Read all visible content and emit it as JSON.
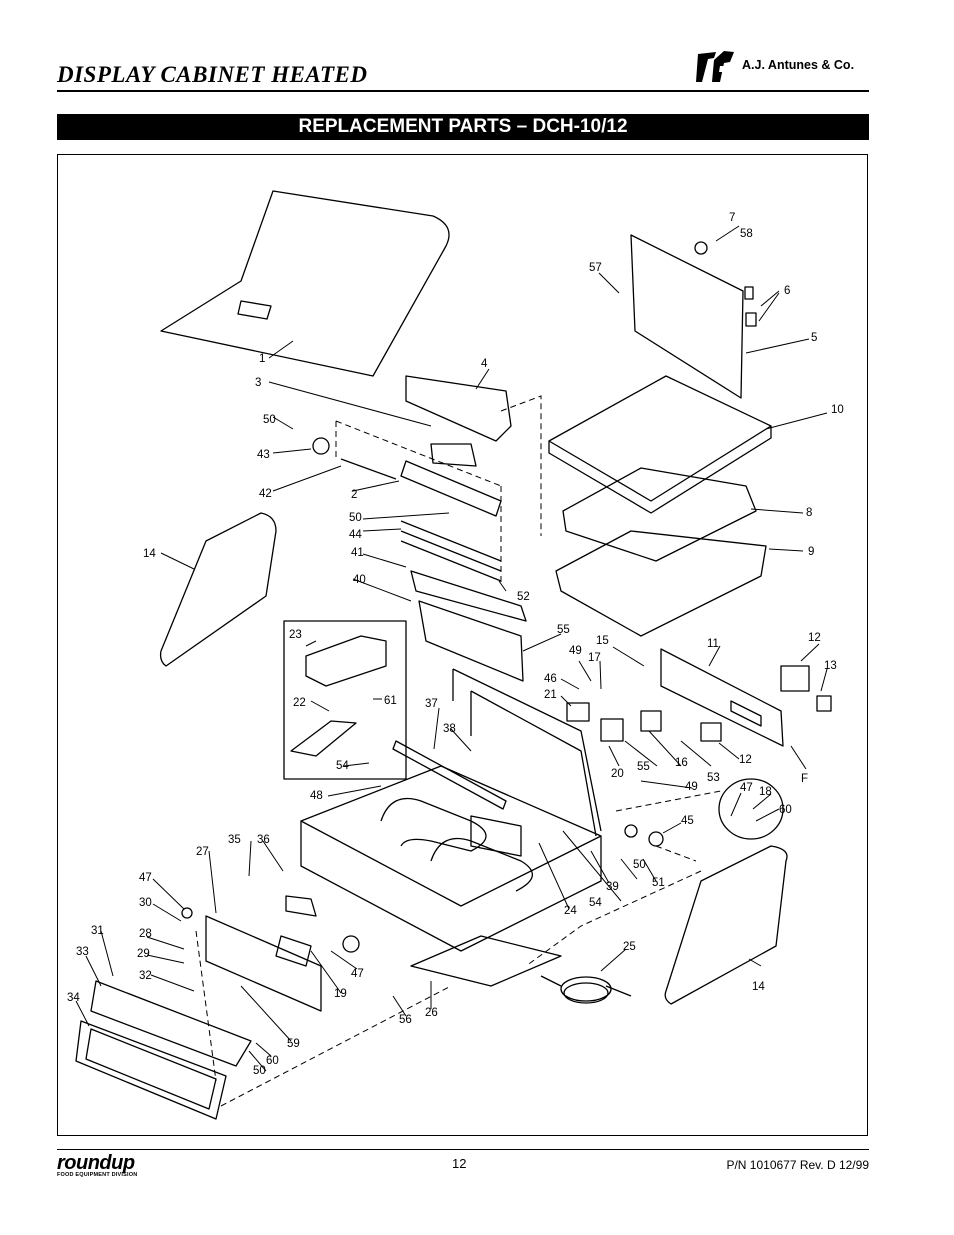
{
  "header": {
    "title": "DISPLAY CABINET HEATED",
    "company": "A.J. Antunes & Co."
  },
  "section": {
    "title": "REPLACEMENT PARTS – DCH-10/12"
  },
  "callouts": [
    "1",
    "2",
    "3",
    "4",
    "5",
    "6",
    "7",
    "8",
    "9",
    "10",
    "11",
    "12",
    "12",
    "13",
    "14",
    "14",
    "15",
    "16",
    "17",
    "18",
    "19",
    "20",
    "21",
    "22",
    "23",
    "24",
    "25",
    "26",
    "27",
    "28",
    "29",
    "30",
    "31",
    "32",
    "33",
    "34",
    "35",
    "36",
    "37",
    "38",
    "39",
    "40",
    "41",
    "42",
    "43",
    "44",
    "45",
    "46",
    "47",
    "47",
    "47",
    "48",
    "49",
    "49",
    "50",
    "50",
    "50",
    "50",
    "51",
    "52",
    "53",
    "54",
    "54",
    "55",
    "55",
    "56",
    "57",
    "58",
    "59",
    "60",
    "60",
    "61",
    "F"
  ],
  "footer": {
    "brand": "roundup",
    "brand_sub": "FOOD EQUIPMENT DIVISION",
    "page": "12",
    "part_number": "P/N 1010677  Rev. D  12/99"
  }
}
